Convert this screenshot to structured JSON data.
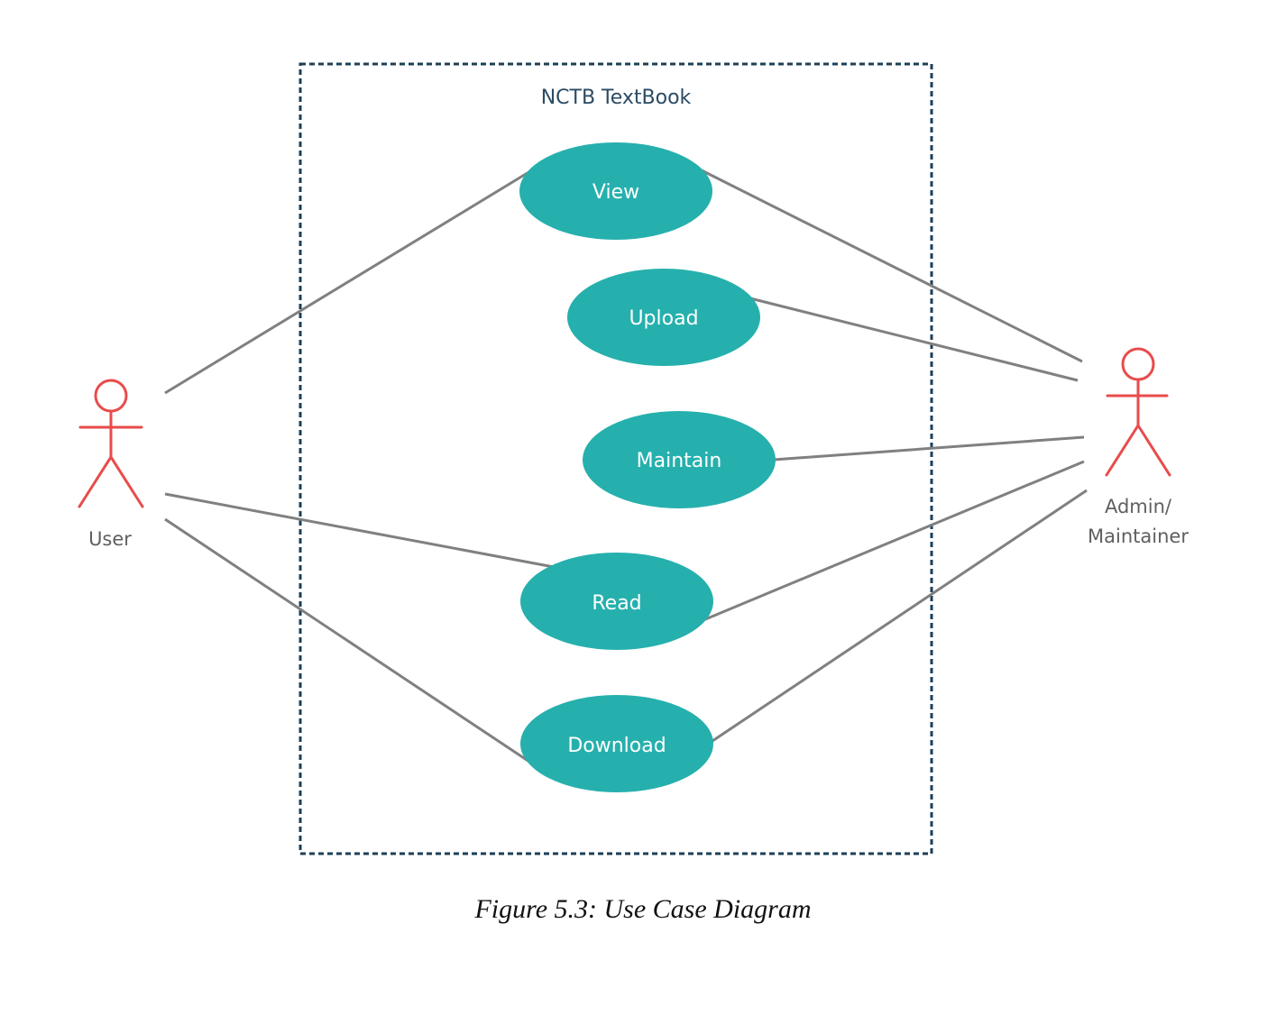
{
  "colors": {
    "use_case_fill": "#26b0ad",
    "actor_stroke": "#e94b4b",
    "connector": "#808080",
    "boundary": "#1d3f57"
  },
  "system": {
    "title": "NCTB TextBook"
  },
  "actors": {
    "user": {
      "label": "User"
    },
    "admin": {
      "label_line1": "Admin/",
      "label_line2": "Maintainer"
    }
  },
  "use_cases": {
    "view": "View",
    "upload": "Upload",
    "maintain": "Maintain",
    "read": "Read",
    "download": "Download"
  },
  "associations": [
    [
      "user",
      "view"
    ],
    [
      "user",
      "read"
    ],
    [
      "user",
      "download"
    ],
    [
      "admin",
      "view"
    ],
    [
      "admin",
      "upload"
    ],
    [
      "admin",
      "maintain"
    ],
    [
      "admin",
      "read"
    ],
    [
      "admin",
      "download"
    ]
  ],
  "caption": "Figure 5.3: Use Case Diagram"
}
